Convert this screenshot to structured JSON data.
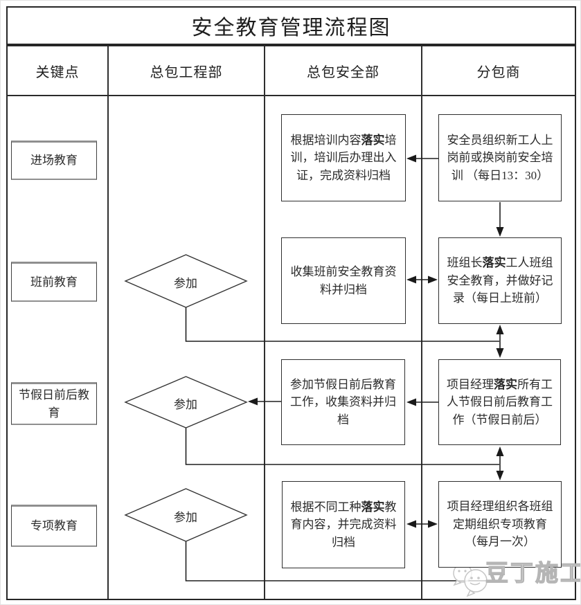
{
  "title": "安全教育管理流程图",
  "columns": [
    {
      "label": "关键点"
    },
    {
      "label": "总包工程部"
    },
    {
      "label": "总包安全部"
    },
    {
      "label": "分包商"
    }
  ],
  "rows": [
    {
      "key_point": "进场教育",
      "engineering_dept": null,
      "safety_dept": {
        "parts": [
          {
            "t": "根据培训内容"
          },
          {
            "t": "落实",
            "b": true
          },
          {
            "t": "培训，培训后办理出入证，完成资料归档"
          }
        ]
      },
      "subcontractor": {
        "parts": [
          {
            "t": "安全员组织新工人上岗前或换岗前安全培训 （每日13：30）"
          }
        ]
      }
    },
    {
      "key_point": "班前教育",
      "engineering_dept": {
        "diamond_label": "参加"
      },
      "safety_dept": {
        "parts": [
          {
            "t": "收集班前安全教育资料并归档"
          }
        ]
      },
      "subcontractor": {
        "parts": [
          {
            "t": "班组长"
          },
          {
            "t": "落实",
            "b": true
          },
          {
            "t": "工人班组安全教育，并做好记录（每日上班前）"
          }
        ]
      }
    },
    {
      "key_point": "节假日前后教育",
      "engineering_dept": {
        "diamond_label": "参加"
      },
      "safety_dept": {
        "parts": [
          {
            "t": "参加节假日前后教育工作，收集资料并归档"
          }
        ]
      },
      "subcontractor": {
        "parts": [
          {
            "t": "项目经理"
          },
          {
            "t": "落实",
            "b": true
          },
          {
            "t": "所有工人节假日前后教育工作（节假日前后）"
          }
        ]
      }
    },
    {
      "key_point": "专项教育",
      "engineering_dept": {
        "diamond_label": "参加"
      },
      "safety_dept": {
        "parts": [
          {
            "t": "根据不同工种"
          },
          {
            "t": "落实",
            "b": true
          },
          {
            "t": "教育内容，并完成资料归档"
          }
        ]
      },
      "subcontractor": {
        "parts": [
          {
            "t": "项目经理组织各班组定期组织专项教育（每月一次）"
          }
        ]
      }
    }
  ],
  "watermark": {
    "text": "豆丁施工"
  },
  "colors": {
    "line": "#262626",
    "watermark_gray": "#b5b5b5"
  }
}
